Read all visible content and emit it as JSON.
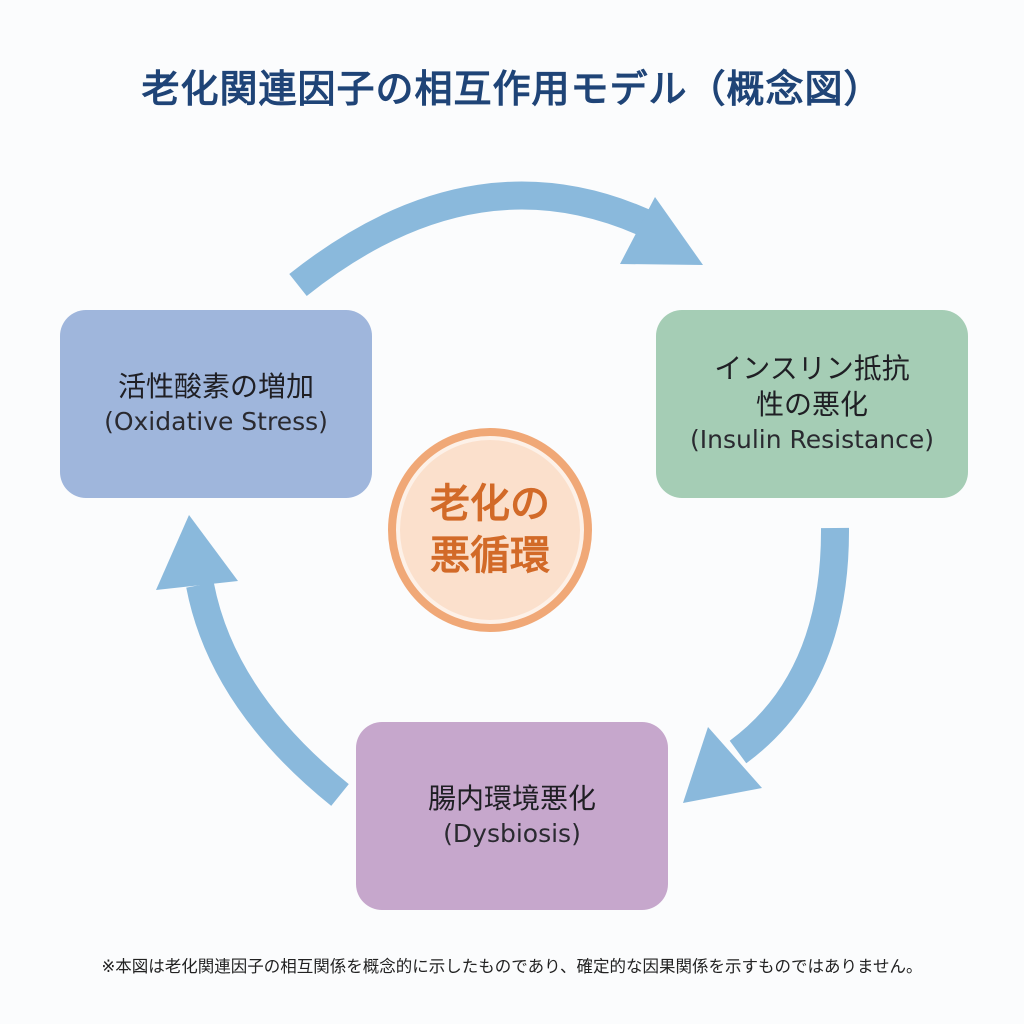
{
  "title": "老化関連因子の相互作用モデル（概念図）",
  "nodes": {
    "oxidative": {
      "jp": "活性酸素の増加",
      "en": "(Oxidative Stress)",
      "color": "#9fb6dc"
    },
    "insulin": {
      "jp_line1": "インスリン抵抗",
      "jp_line2": "性の悪化",
      "en": "(Insulin Resistance)",
      "color": "#a5cdb5"
    },
    "dysbiosis": {
      "jp": "腸内環境悪化",
      "en": "(Dysbiosis)",
      "color": "#c6a7cc"
    }
  },
  "center": {
    "line1": "老化の",
    "line2": "悪循環",
    "text_color": "#d26a28",
    "fill": "#fbe0cc",
    "ring": "#f0a877"
  },
  "arrows": {
    "color": "#8ab9dc",
    "flow": [
      "oxidative -> insulin",
      "insulin -> dysbiosis",
      "dysbiosis -> oxidative"
    ]
  },
  "footnote": "※本図は老化関連因子の相互関係を概念的に示したものであり、確定的な因果関係を示すものではありません。"
}
